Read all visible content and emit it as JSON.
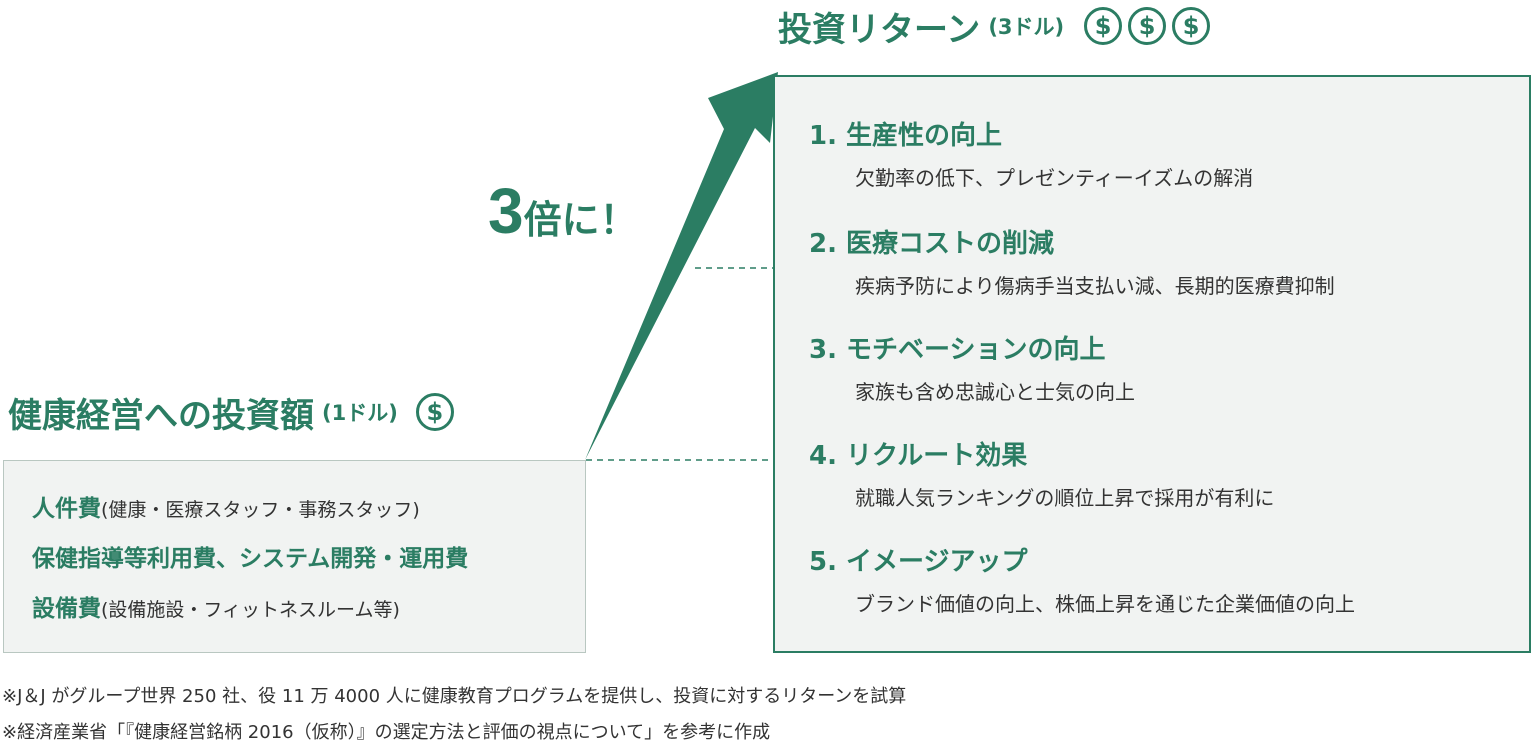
{
  "return_title": {
    "main": "投資リターン",
    "sub": "(3ドル)",
    "coin_symbol": "$"
  },
  "multiplier": {
    "num": "3",
    "text": "倍に！"
  },
  "return_items": [
    {
      "heading": "1. 生産性の向上",
      "detail": "欠勤率の低下、プレゼンティーイズムの解消"
    },
    {
      "heading": "2. 医療コストの削減",
      "detail": "疾病予防により傷病手当支払い減、長期的医療費抑制"
    },
    {
      "heading": "3. モチベーションの向上",
      "detail": "家族も含め忠誠心と士気の向上"
    },
    {
      "heading": "4. リクルート効果",
      "detail": "就職人気ランキングの順位上昇で採用が有利に"
    },
    {
      "heading": "5. イメージアップ",
      "detail": "ブランド価値の向上、株価上昇を通じた企業価値の向上"
    }
  ],
  "invest_title": {
    "main": "健康経営への投資額",
    "sub": "(1ドル)",
    "coin_symbol": "$"
  },
  "invest_items": [
    {
      "bold": "人件費",
      "note": "(健康・医療スタッフ・事務スタッフ)"
    },
    {
      "bold": "保健指導等利用費、システム開発・運用費",
      "note": ""
    },
    {
      "bold": "設備費",
      "note": "(設備施設・フィットネスルーム等)"
    }
  ],
  "footnotes": [
    "※J＆J がグループ世界 250 社、役 11 万 4000 人に健康教育プログラムを提供し、投資に対するリターンを試算",
    "※経済産業省「『健康経営銘柄 2016（仮称）』の選定方法と評価の視点について」を参考に作成"
  ],
  "colors": {
    "accent": "#2b7d63",
    "box_bg": "#f1f3f2",
    "text": "#333333"
  }
}
